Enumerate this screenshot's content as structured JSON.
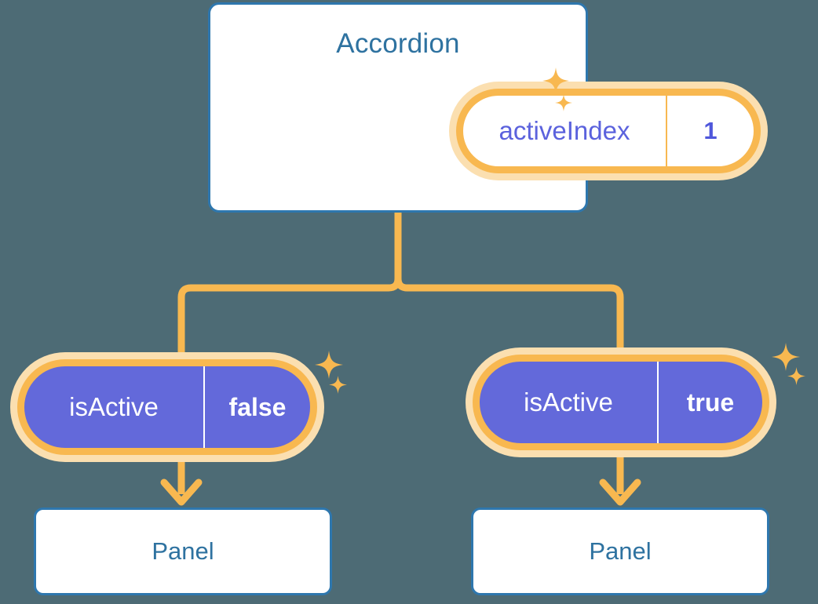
{
  "background_color": "#4d6b75",
  "accent_colors": {
    "card_border_blue": "#2e77ae",
    "title_blue": "#2e72a0",
    "pill_ring_orange": "#f8b850",
    "pill_glow_orange": "#fbdfb0",
    "pill_fill_purple": "#6369da",
    "state_text_purple": "#5b62dd",
    "connector_orange": "#f8b850"
  },
  "diagram": {
    "type": "component-tree",
    "root": {
      "title": "Accordion",
      "state_pill": {
        "key": "activeIndex",
        "value": "1",
        "style": "white-fill"
      }
    },
    "branches": [
      {
        "prop_pill": {
          "key": "isActive",
          "value": "false",
          "style": "purple-fill"
        },
        "child_card": {
          "title": "Panel"
        }
      },
      {
        "prop_pill": {
          "key": "isActive",
          "value": "true",
          "style": "purple-fill"
        },
        "child_card": {
          "title": "Panel"
        }
      }
    ],
    "sparkle_icon_name": "sparkle-icon",
    "arrow_icon_name": "arrow-down-icon",
    "connector_icon_name": "tree-connector"
  }
}
